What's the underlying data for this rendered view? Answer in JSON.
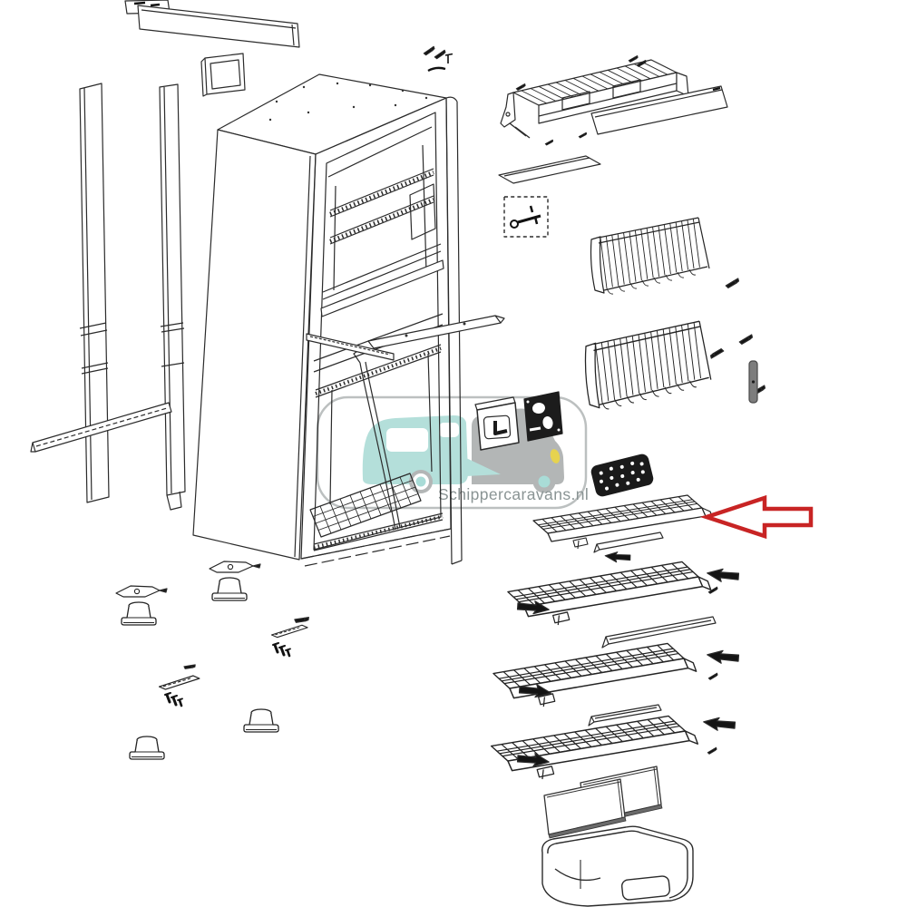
{
  "watermark": {
    "text": "Schippercaravans.nl",
    "text_color": "#8a9494",
    "frame_color": "#bcc0c0",
    "caravan_color": "#b4dfda",
    "van_color": "#b3b6b6",
    "wheel_hub_color": "#a9dcd7",
    "headlight_color": "#e6d34f"
  },
  "annotation": {
    "arrow_color": "#c82424",
    "direction": "left",
    "target": "wire shelf"
  },
  "diagram": {
    "kind": "exploded parts diagram",
    "subject": "built-in caravan refrigerator",
    "line_color": "#2b2b2b",
    "background": "#ffffff",
    "parts": [
      "top mounting rail",
      "side trim panel",
      "inner trim strip",
      "cabinet housing",
      "ventilation grille",
      "vent frame panel",
      "sealing strip",
      "fixing kit",
      "fin block upper",
      "fin block lower",
      "heater element",
      "thermostat housing",
      "control plate",
      "mid mounting bracket",
      "drip tray grille",
      "wire shelf (indicated)",
      "shelf trim",
      "wire shelf",
      "shelf retainer rail",
      "glass panel",
      "crisper bin",
      "levelling foot",
      "foot mounting plate",
      "bracket sliver",
      "screw set"
    ]
  }
}
